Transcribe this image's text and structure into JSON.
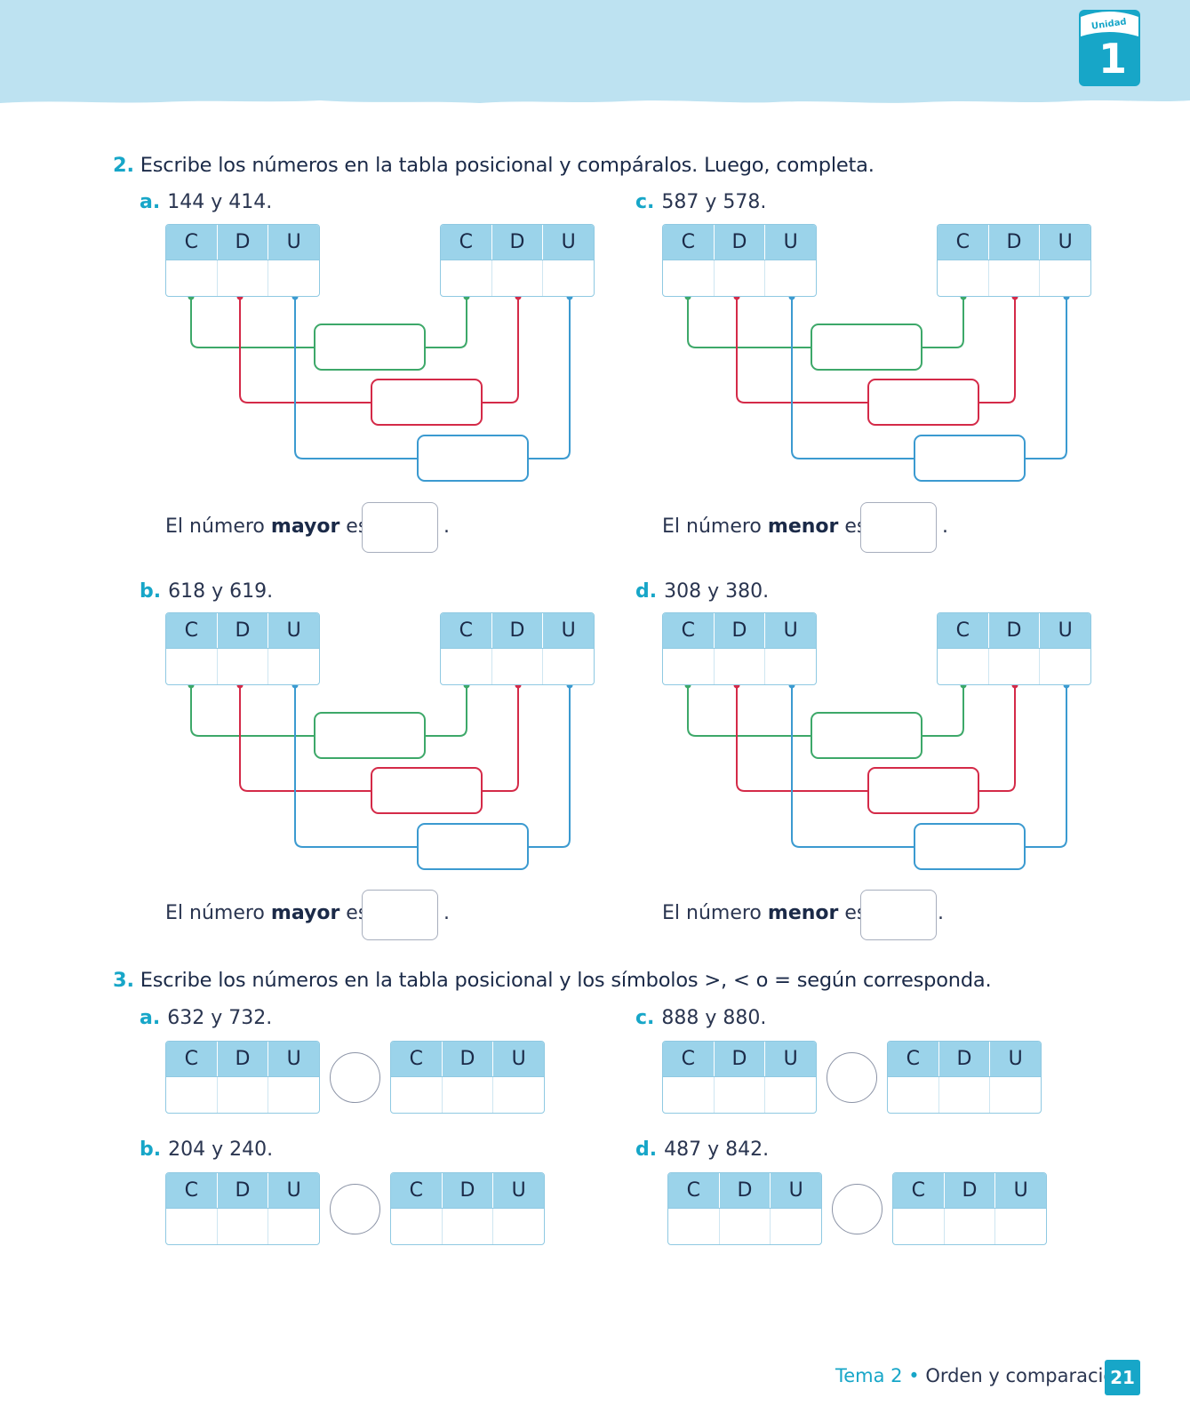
{
  "unit": {
    "label": "Unidad",
    "number": "1"
  },
  "place_headers": [
    "C",
    "D",
    "U"
  ],
  "exercise2": {
    "number": "2.",
    "instruction": "Escribe los números en la tabla posicional y compáralos. Luego, completa.",
    "items": {
      "a": {
        "letter": "a.",
        "text": "144 y 414."
      },
      "b": {
        "letter": "b.",
        "text": "618 y 619."
      },
      "c": {
        "letter": "c.",
        "text": "587 y 578."
      },
      "d": {
        "letter": "d.",
        "text": "308 y 380."
      }
    },
    "statement_prefix": "El número",
    "word_mayor": "mayor",
    "word_menor": "menor",
    "statement_suffix": "es",
    "period": "."
  },
  "exercise3": {
    "number": "3.",
    "instruction": "Escribe los números en la tabla posicional y los símbolos >, < o = según corresponda.",
    "items": {
      "a": {
        "letter": "a.",
        "text": "632 y 732."
      },
      "b": {
        "letter": "b.",
        "text": "204 y 240."
      },
      "c": {
        "letter": "c.",
        "text": "888 y 880."
      },
      "d": {
        "letter": "d.",
        "text": "487 y 842."
      }
    }
  },
  "footer": {
    "tema": "Tema 2",
    "bullet": "•",
    "topic": "Orden y comparación",
    "page": "21"
  },
  "colors": {
    "accent": "#17a6c8",
    "header_band": "#bde2f1",
    "green": "#3da869",
    "red": "#d42a48",
    "blue": "#3b9ad0"
  }
}
